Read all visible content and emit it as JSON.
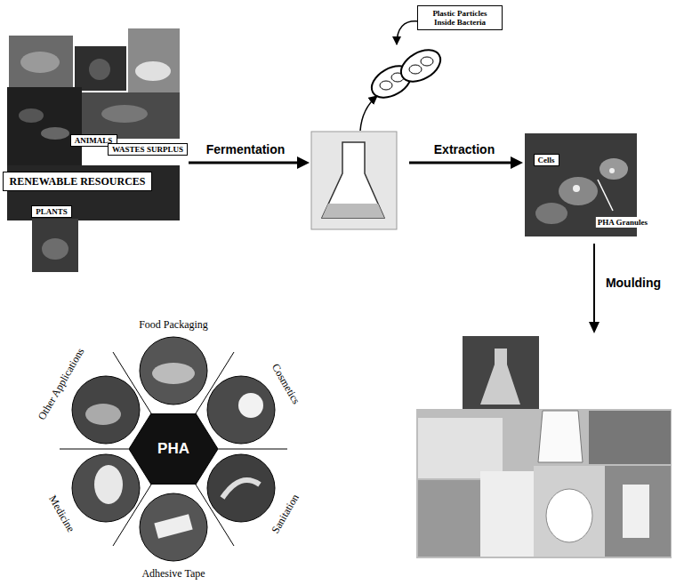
{
  "diagram": {
    "nodes": [
      {
        "text": [
          "ANIMALS"
        ]
      },
      {
        "text": [
          "WASTES SURPLUS"
        ]
      },
      {
        "text": [
          "RENEWABLE RESOURCES"
        ]
      },
      {
        "text": [
          "PLANTS"
        ]
      },
      {
        "text": [
          "Plastic Particles Inside Bacteria"
        ]
      },
      {
        "text": [
          "Cells"
        ]
      },
      {
        "text": [
          "PHA"
        ]
      }
    ],
    "labels": [
      "Fermentation",
      "Extraction",
      "PHA Granules",
      "Moulding",
      "Food Packaging",
      "Cosmetics",
      "Sanitation",
      "Adhesive Tape",
      "Medicine",
      "Other Applications"
    ]
  }
}
